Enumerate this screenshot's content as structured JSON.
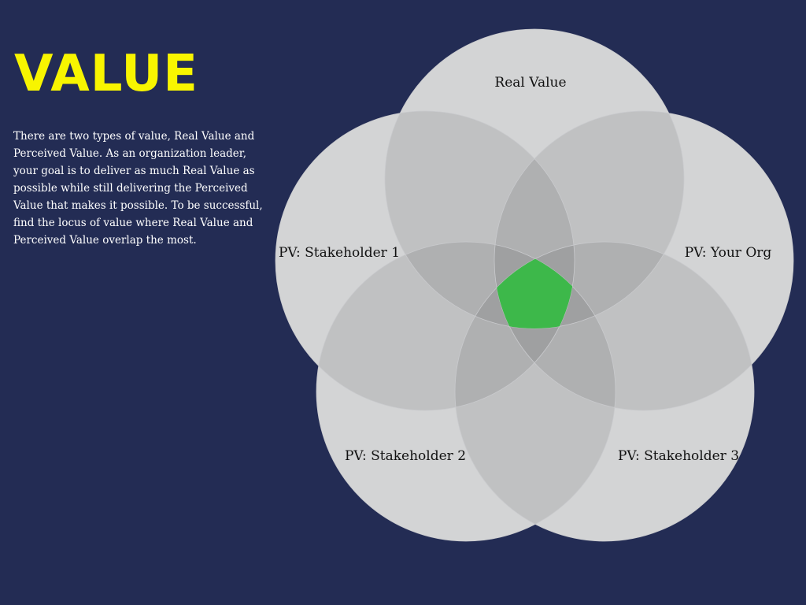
{
  "title": "VALUE",
  "description": "There are two types of value, Real Value and Perceived Value. As an organization leader, your goal is to deliver as much Real Value as possible while still delivering the Perceived Value that makes it possible. To be successful, find the locus of value where Real Value and Perceived Value overlap the most.",
  "venn": {
    "labels": {
      "real_value": "Real Value",
      "pv_stakeholder_1": "PV: Stakeholder 1",
      "pv_your_org": "PV: Your Org",
      "pv_stakeholder_2": "PV: Stakeholder 2",
      "pv_stakeholder_3": "PV: Stakeholder 3"
    },
    "colors": {
      "circle_fill": "#e7e8ea",
      "overlap_shade": "#000000",
      "center_highlight": "#3db84a",
      "background": "#232c54",
      "title": "#f8f500"
    }
  }
}
